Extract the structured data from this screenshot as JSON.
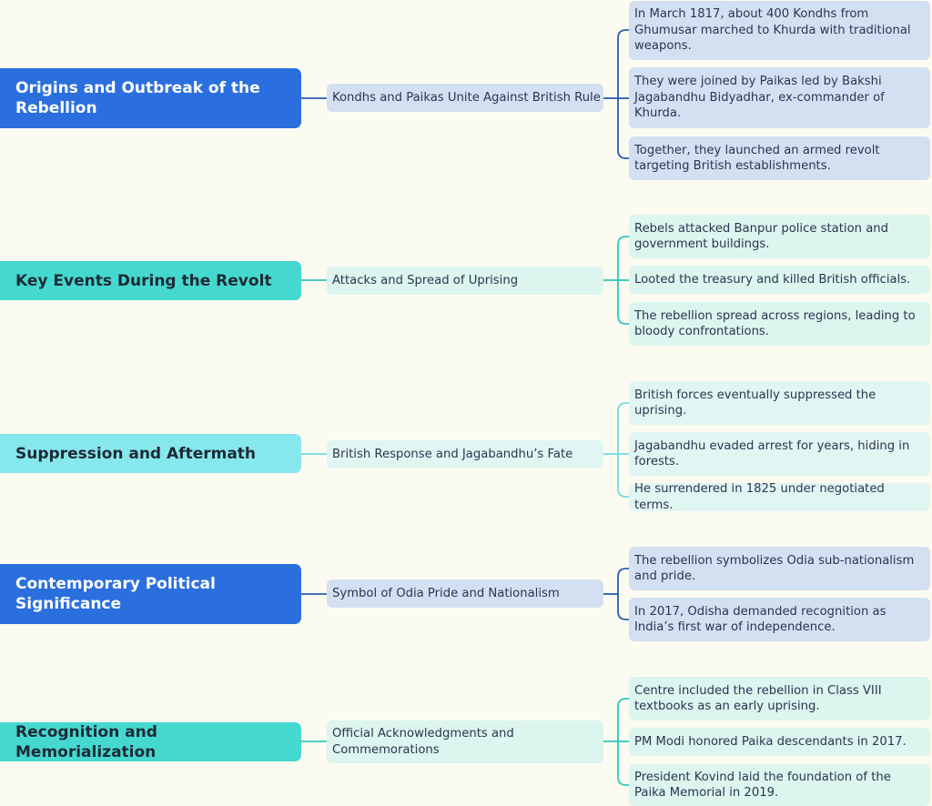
{
  "sections": [
    {
      "title": "Origins and Outbreak of the Rebellion",
      "subtopic": "Kondhs and Paikas Unite Against British Rule",
      "points": [
        "In March 1817, about 400 Kondhs from Ghumusar marched to Khurda with traditional weapons.",
        "They were joined by Paikas led by Bakshi Jagabandhu Bidyadhar, ex-commander of Khurda.",
        "Together, they launched an armed revolt targeting British establishments."
      ]
    },
    {
      "title": "Key Events During the Revolt",
      "subtopic": "Attacks and Spread of Uprising",
      "points": [
        "Rebels attacked Banpur police station and government buildings.",
        "Looted the treasury and killed British officials.",
        "The rebellion spread across regions, leading to bloody confrontations."
      ]
    },
    {
      "title": "Suppression and Aftermath",
      "subtopic": "British Response and Jagabandhu’s Fate",
      "points": [
        "British forces eventually suppressed the uprising.",
        "Jagabandhu evaded arrest for years, hiding in forests.",
        "He surrendered in 1825 under negotiated terms."
      ]
    },
    {
      "title": "Contemporary Political Significance",
      "subtopic": "Symbol of Odia Pride and Nationalism",
      "points": [
        "The rebellion symbolizes Odia sub-nationalism and pride.",
        "In 2017, Odisha demanded recognition as India’s first war of independence."
      ]
    },
    {
      "title": "Recognition and Memorialization",
      "subtopic": "Official Acknowledgments and Commemorations",
      "points": [
        "Centre included the rebellion in Class VIII textbooks as an early uprising.",
        "PM Modi honored Paika descendants in 2017.",
        "President Kovind laid the foundation of the Paika Memorial in 2019."
      ]
    }
  ],
  "colors": {
    "background": "#fcfbf1",
    "main_blue": "#2b6fde",
    "main_teal": "#45d8d0",
    "main_cyan": "#86e8ec",
    "connector_blue": "#2a5db0",
    "connector_teal": "#2fc7bd",
    "connector_cyan": "#72dbe0"
  }
}
